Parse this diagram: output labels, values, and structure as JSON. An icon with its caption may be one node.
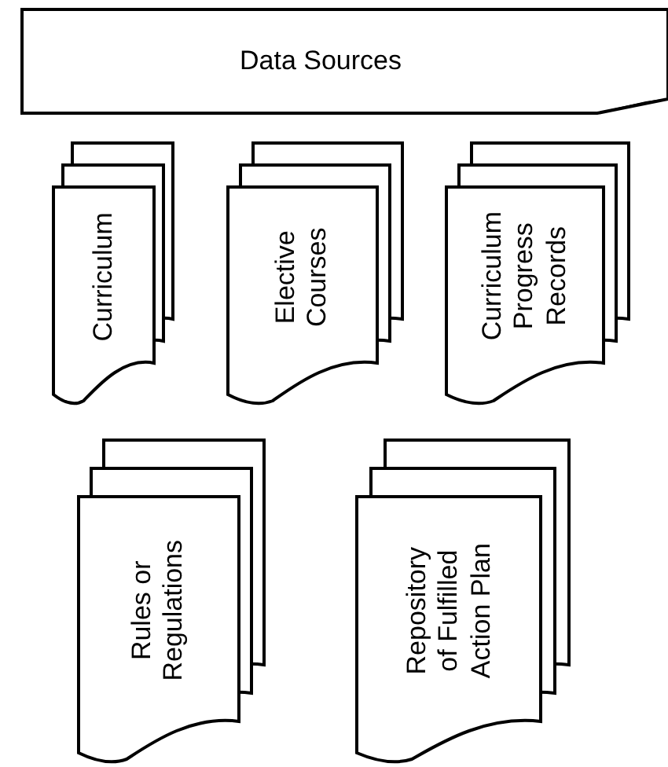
{
  "diagram": {
    "nodes": [
      {
        "text": [
          "Data Sources"
        ]
      },
      {
        "text": [
          "Curriculum"
        ]
      },
      {
        "text": [
          "Elective Courses"
        ]
      },
      {
        "text": [
          "Curriculum Progress Records"
        ]
      },
      {
        "text": [
          "Rules or Regulations"
        ]
      },
      {
        "text": [
          "Repository of Fulfilled Action Plan"
        ]
      }
    ]
  }
}
